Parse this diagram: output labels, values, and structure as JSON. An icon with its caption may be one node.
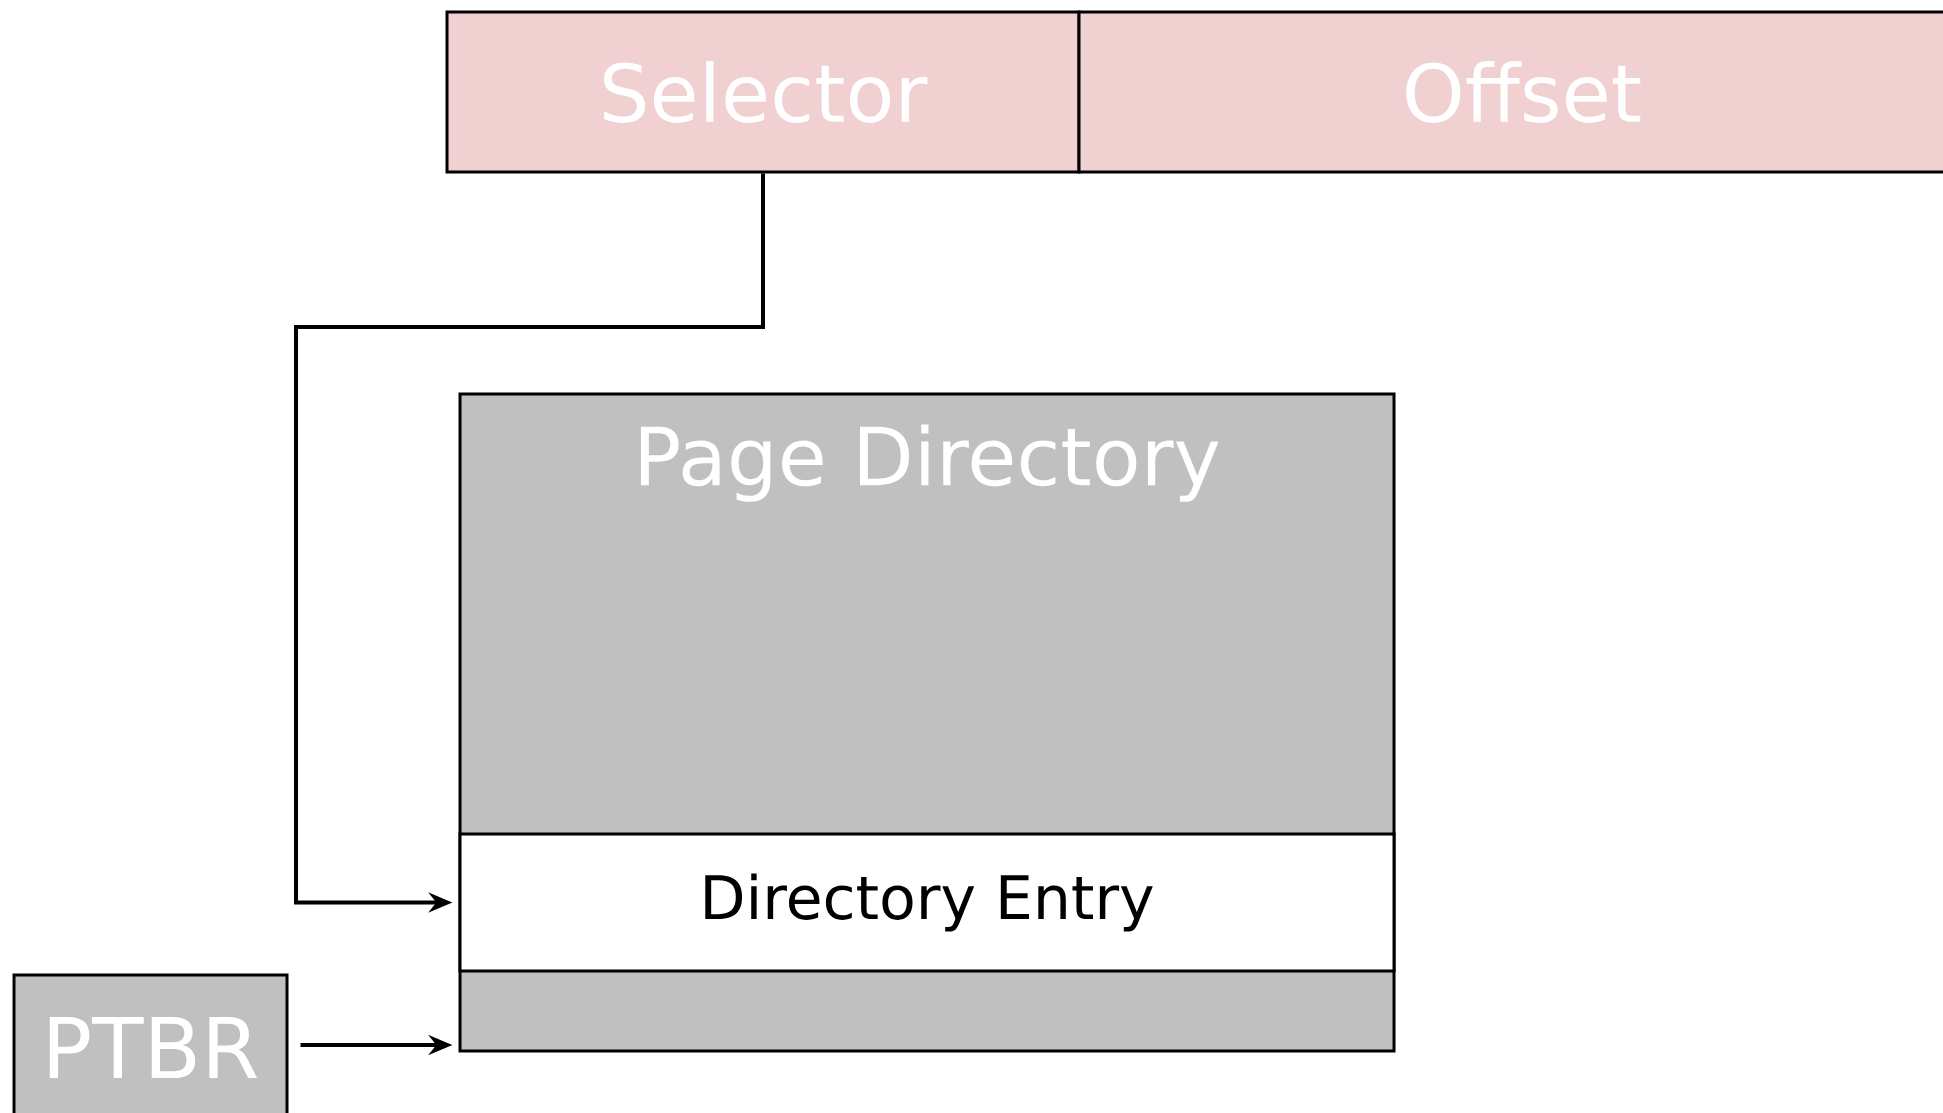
{
  "diagram": {
    "nodes": [
      {
        "text": [
          "Selector"
        ]
      },
      {
        "text": [
          "Offset"
        ]
      },
      {
        "text": [
          "Page Directory"
        ]
      },
      {
        "text": [
          "Directory Entry"
        ],
        "in": 2
      },
      {
        "text": [
          "PTBR"
        ]
      }
    ],
    "edges": [
      {
        "from": 0,
        "to": 3,
        "arrow": "to"
      },
      {
        "from": 4,
        "to": 2,
        "arrow": "to"
      }
    ]
  }
}
